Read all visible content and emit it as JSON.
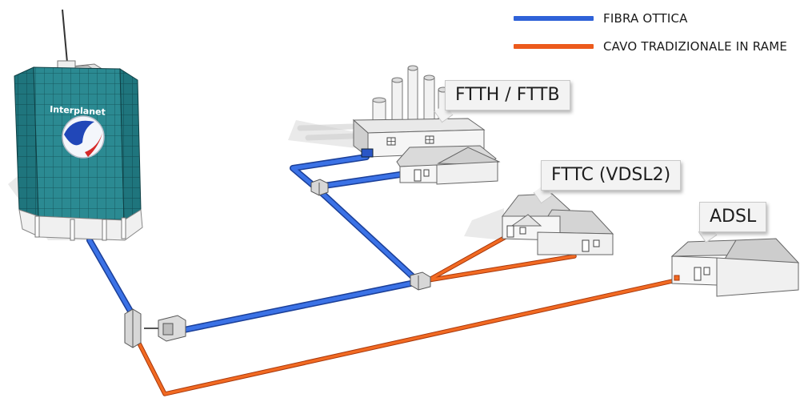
{
  "legend": {
    "fiber": {
      "label": "FIBRA OTTICA",
      "color": "#2f62d8"
    },
    "copper": {
      "label": "CAVO TRADIZIONALE IN RAME",
      "color": "#ec5a1c"
    }
  },
  "labels": {
    "ftth": "FTTH / FTTB",
    "fttc": "FTTC (VDSL2)",
    "adsl": "ADSL"
  },
  "building": {
    "brand_text": "Interplanet"
  },
  "colors": {
    "tower": "#2b8a92",
    "tower_dark": "#1c6b72",
    "grid": "#175960",
    "wall": "#f4f4f4",
    "roof": "#d9d9d9"
  }
}
